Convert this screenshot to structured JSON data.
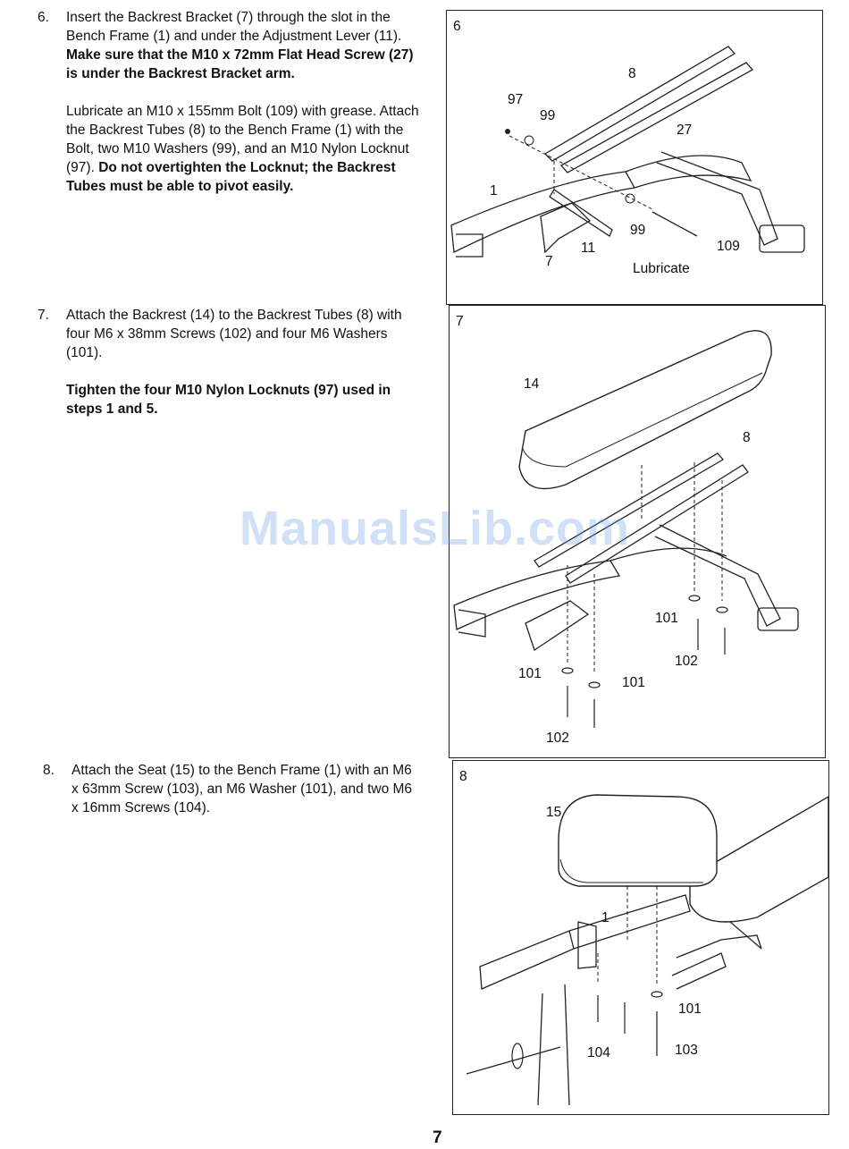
{
  "steps": [
    {
      "number": "6.",
      "para1_a": "Insert the Backrest Bracket (7) through the slot in the Bench Frame (1) and under the Adjustment Lever (11). ",
      "para1_b": "Make sure that the M10 x 72mm Flat Head Screw (27) is under the Backrest Bracket arm.",
      "para2_a": "Lubricate an M10 x 155mm Bolt (109) with grease. Attach the Backrest Tubes (8) to the Bench Frame (1) with the Bolt, two M10 Washers (99), and an M10 Nylon Locknut (97). ",
      "para2_b": "Do not overtighten the Locknut; the Backrest Tubes must be able to pivot easily."
    },
    {
      "number": "7.",
      "para1": "Attach the Backrest (14) to the Backrest Tubes (8) with four M6 x 38mm Screws (102) and four M6 Washers (101).",
      "para2": "Tighten the four M10 Nylon Locknuts (97) used in steps 1 and 5."
    },
    {
      "number": "8.",
      "para1": "Attach the Seat (15) to the Bench Frame (1) with an M6 x 63mm Screw (103), an M6 Washer (101), and two M6 x 16mm Screws (104)."
    }
  ],
  "figures": {
    "fig6": {
      "number": "6",
      "labels": {
        "p8": "8",
        "p97": "97",
        "p99a": "99",
        "p27": "27",
        "p1": "1",
        "p99b": "99",
        "p109": "109",
        "p7": "7",
        "p11": "11",
        "lubricate": "Lubricate"
      }
    },
    "fig7": {
      "number": "7",
      "labels": {
        "p14": "14",
        "p8": "8",
        "p101a": "101",
        "p102a": "102",
        "p101b": "101",
        "p101c": "101",
        "p102b": "102"
      }
    },
    "fig8": {
      "number": "8",
      "labels": {
        "p15": "15",
        "p1": "1",
        "p101": "101",
        "p104": "104",
        "p103": "103"
      }
    }
  },
  "watermark": "ManualsLib.com",
  "page_number": "7"
}
